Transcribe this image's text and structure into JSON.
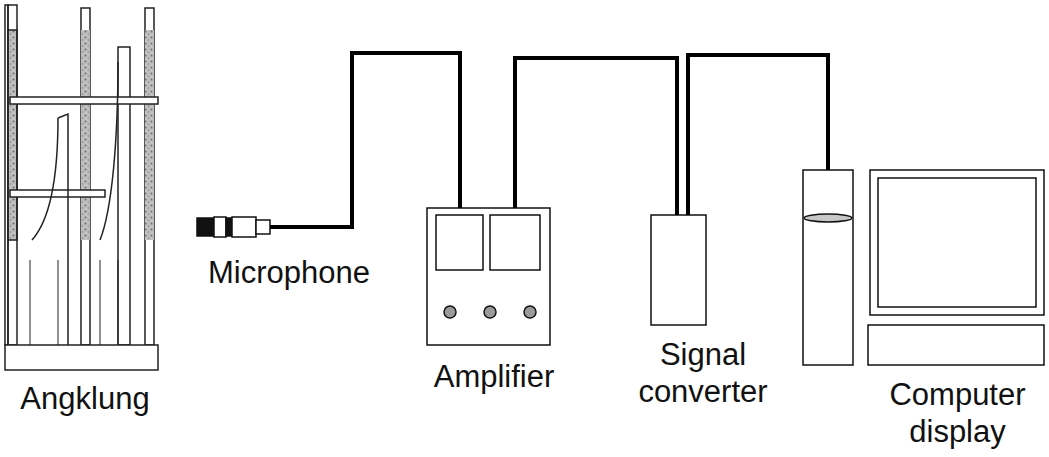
{
  "diagram": {
    "nodes": [
      {
        "text": [
          "Angklung"
        ]
      },
      {
        "text": [
          "Microphone"
        ]
      },
      {
        "text": [
          "Amplifier"
        ]
      },
      {
        "text": [
          "Signal converter"
        ]
      },
      {
        "text": [
          "Computer display"
        ]
      }
    ],
    "edges": [
      {
        "from": 1,
        "to": 2,
        "arrow": "none"
      },
      {
        "from": 2,
        "to": 3,
        "arrow": "none"
      },
      {
        "from": 3,
        "to": 4,
        "arrow": "none"
      }
    ]
  }
}
